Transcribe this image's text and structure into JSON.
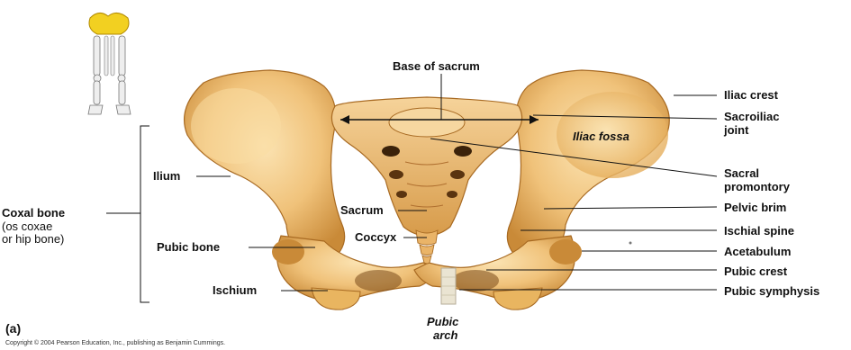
{
  "figure": {
    "panel_label": "(a)",
    "copyright": "Copyright © 2004 Pearson Education, Inc., publishing as Benjamin Cummings."
  },
  "labels": {
    "base_of_sacrum": "Base of sacrum",
    "iliac_crest": "Iliac crest",
    "sacroiliac_joint_line1": "Sacroiliac",
    "sacroiliac_joint_line2": "joint",
    "iliac_fossa": "Iliac fossa",
    "sacral_promontory_line1": "Sacral",
    "sacral_promontory_line2": "promontory",
    "pelvic_brim": "Pelvic brim",
    "ischial_spine": "Ischial spine",
    "acetabulum": "Acetabulum",
    "pubic_crest": "Pubic crest",
    "pubic_symphysis": "Pubic symphysis",
    "pubic_arch_line1": "Pubic",
    "pubic_arch_line2": "arch",
    "ilium": "Ilium",
    "sacrum": "Sacrum",
    "coccyx": "Coccyx",
    "pubic_bone": "Pubic bone",
    "ischium": "Ischium",
    "coxal_bone_line1": "Coxal bone",
    "coxal_bone_line2": "(os coxae",
    "coxal_bone_line3": "or hip bone)"
  },
  "colors": {
    "bone_light": "#f7d59a",
    "bone_mid": "#e9b560",
    "bone_dark": "#b97a2a",
    "shadow": "#6b3e10",
    "cartilage": "#eae4d2",
    "highlight_yellow": "#f2d021"
  }
}
